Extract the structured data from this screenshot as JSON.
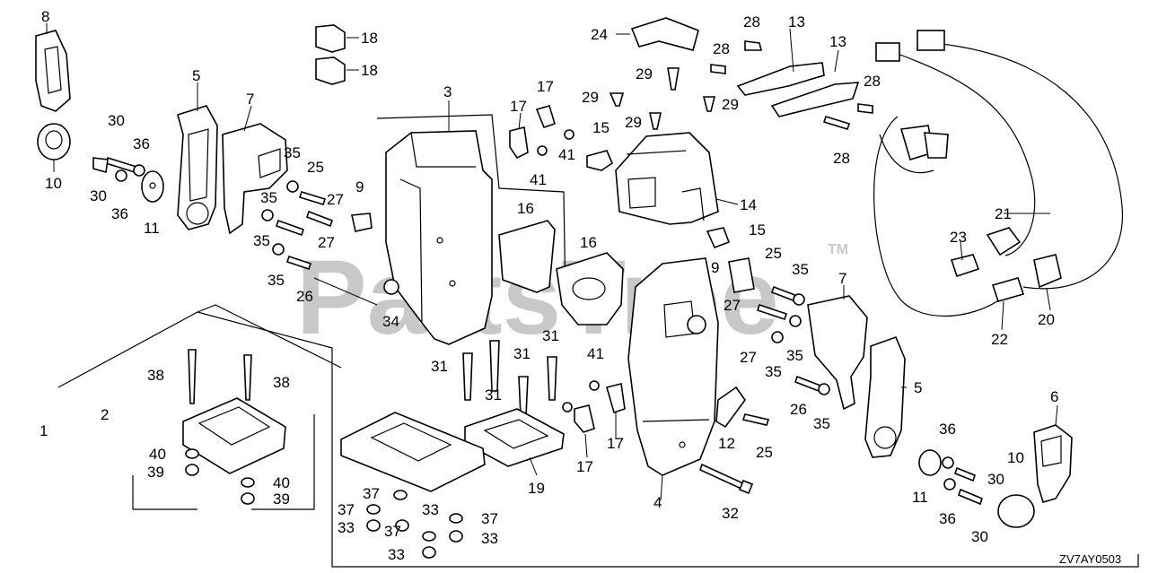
{
  "watermark": {
    "text": "PartsTree",
    "mark": "TM"
  },
  "diagram_code": "ZV7AY0503",
  "callouts": [
    {
      "id": "c8",
      "text": "8"
    },
    {
      "id": "c10a",
      "text": "10"
    },
    {
      "id": "c30a",
      "text": "30"
    },
    {
      "id": "c36a",
      "text": "36"
    },
    {
      "id": "c30b",
      "text": "30"
    },
    {
      "id": "c36b",
      "text": "36"
    },
    {
      "id": "c11a",
      "text": "11"
    },
    {
      "id": "c5a",
      "text": "5"
    },
    {
      "id": "c7a",
      "text": "7"
    },
    {
      "id": "c18a",
      "text": "18"
    },
    {
      "id": "c18b",
      "text": "18"
    },
    {
      "id": "c35a",
      "text": "35"
    },
    {
      "id": "c25a",
      "text": "25"
    },
    {
      "id": "c9a",
      "text": "9"
    },
    {
      "id": "c35b",
      "text": "35"
    },
    {
      "id": "c27a",
      "text": "27"
    },
    {
      "id": "c35c",
      "text": "35"
    },
    {
      "id": "c27b",
      "text": "27"
    },
    {
      "id": "c35d",
      "text": "35"
    },
    {
      "id": "c26a",
      "text": "26"
    },
    {
      "id": "c34",
      "text": "34"
    },
    {
      "id": "c3",
      "text": "3"
    },
    {
      "id": "c17a",
      "text": "17"
    },
    {
      "id": "c17b",
      "text": "17"
    },
    {
      "id": "c41a",
      "text": "41"
    },
    {
      "id": "c41b",
      "text": "41"
    },
    {
      "id": "c16a",
      "text": "16"
    },
    {
      "id": "c16b",
      "text": "16"
    },
    {
      "id": "c24",
      "text": "24"
    },
    {
      "id": "c29a",
      "text": "29"
    },
    {
      "id": "c29b",
      "text": "29"
    },
    {
      "id": "c29c",
      "text": "29"
    },
    {
      "id": "c15a",
      "text": "15"
    },
    {
      "id": "c28a",
      "text": "28"
    },
    {
      "id": "c28b",
      "text": "28"
    },
    {
      "id": "c13a",
      "text": "13"
    },
    {
      "id": "c13b",
      "text": "13"
    },
    {
      "id": "c29d",
      "text": "29"
    },
    {
      "id": "c28c",
      "text": "28"
    },
    {
      "id": "c28d",
      "text": "28"
    },
    {
      "id": "c14",
      "text": "14"
    },
    {
      "id": "c15b",
      "text": "15"
    },
    {
      "id": "c25b",
      "text": "25"
    },
    {
      "id": "c21",
      "text": "21"
    },
    {
      "id": "c23",
      "text": "23"
    },
    {
      "id": "c9b",
      "text": "9"
    },
    {
      "id": "c35e",
      "text": "35"
    },
    {
      "id": "c7b",
      "text": "7"
    },
    {
      "id": "c27c",
      "text": "27"
    },
    {
      "id": "c20",
      "text": "20"
    },
    {
      "id": "c22",
      "text": "22"
    },
    {
      "id": "c27d",
      "text": "27"
    },
    {
      "id": "c35f",
      "text": "35"
    },
    {
      "id": "c35g",
      "text": "35"
    },
    {
      "id": "c5b",
      "text": "5"
    },
    {
      "id": "c26b",
      "text": "26"
    },
    {
      "id": "c35h",
      "text": "35"
    },
    {
      "id": "c6",
      "text": "6"
    },
    {
      "id": "c1",
      "text": "1"
    },
    {
      "id": "c2",
      "text": "2"
    },
    {
      "id": "c38a",
      "text": "38"
    },
    {
      "id": "c38b",
      "text": "38"
    },
    {
      "id": "c31a",
      "text": "31"
    },
    {
      "id": "c31b",
      "text": "31"
    },
    {
      "id": "c31c",
      "text": "31"
    },
    {
      "id": "c31d",
      "text": "31"
    },
    {
      "id": "c41c",
      "text": "41"
    },
    {
      "id": "c17c",
      "text": "17"
    },
    {
      "id": "c17d",
      "text": "17"
    },
    {
      "id": "c12",
      "text": "12"
    },
    {
      "id": "c25c",
      "text": "25"
    },
    {
      "id": "c36c",
      "text": "36"
    },
    {
      "id": "c10b",
      "text": "10"
    },
    {
      "id": "c30c",
      "text": "30"
    },
    {
      "id": "c11b",
      "text": "11"
    },
    {
      "id": "c36d",
      "text": "36"
    },
    {
      "id": "c30d",
      "text": "30"
    },
    {
      "id": "c40a",
      "text": "40"
    },
    {
      "id": "c39a",
      "text": "39"
    },
    {
      "id": "c40b",
      "text": "40"
    },
    {
      "id": "c39b",
      "text": "39"
    },
    {
      "id": "c19",
      "text": "19"
    },
    {
      "id": "c4",
      "text": "4"
    },
    {
      "id": "c32",
      "text": "32"
    },
    {
      "id": "c37a",
      "text": "37"
    },
    {
      "id": "c37b",
      "text": "37"
    },
    {
      "id": "c37c",
      "text": "37"
    },
    {
      "id": "c37d",
      "text": "37"
    },
    {
      "id": "c33a",
      "text": "33"
    },
    {
      "id": "c33b",
      "text": "33"
    },
    {
      "id": "c33c",
      "text": "33"
    },
    {
      "id": "c33d",
      "text": "33"
    }
  ]
}
